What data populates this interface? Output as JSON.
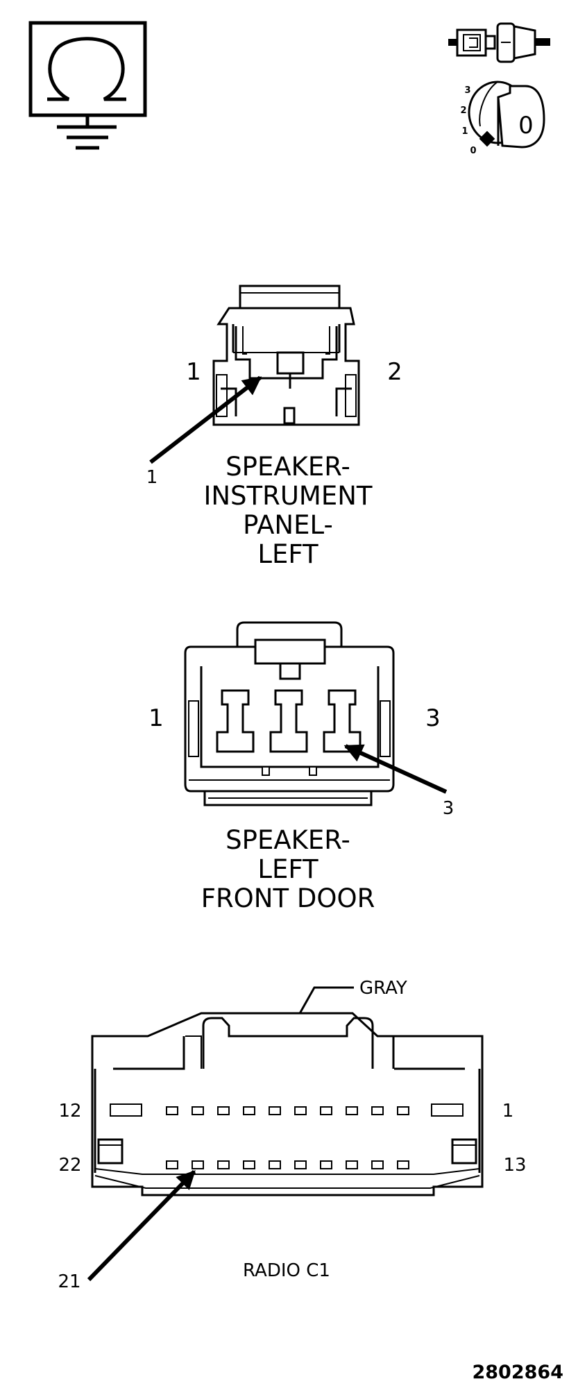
{
  "corner_icons": {
    "ground_symbol": "ohm-ground-icon",
    "connector_symbol": "connector-plug-icon",
    "ignition_symbol": "ignition-key-icon",
    "ignition_positions": [
      "3",
      "2",
      "1",
      "0"
    ],
    "key_label": "0"
  },
  "speaker_ip_left": {
    "pin_left": "1",
    "pin_right": "2",
    "callout_pin": "1",
    "title_lines": [
      "SPEAKER-",
      "INSTRUMENT",
      "PANEL-",
      "LEFT"
    ]
  },
  "speaker_front_door_left": {
    "pin_left": "1",
    "pin_right": "3",
    "callout_pin": "3",
    "title_lines": [
      "SPEAKER-",
      "LEFT",
      "FRONT DOOR"
    ]
  },
  "radio_c1": {
    "color_label": "GRAY",
    "pin_top_left": "12",
    "pin_top_right": "1",
    "pin_bottom_left": "22",
    "pin_bottom_right": "13",
    "callout_pin": "21",
    "title": "RADIO C1"
  },
  "document_number": "2802864"
}
